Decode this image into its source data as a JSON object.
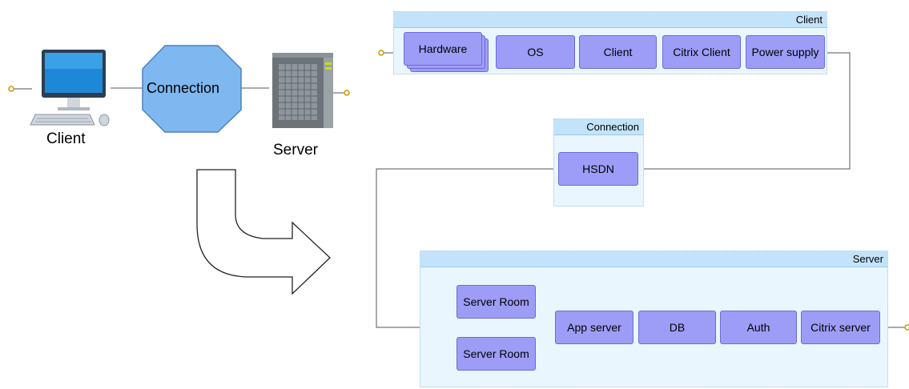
{
  "left": {
    "client_label": "Client",
    "connection_label": "Connection",
    "server_label": "Server"
  },
  "client_group": {
    "title": "Client",
    "items": [
      "Hardware",
      "OS",
      "Client",
      "Citrix Client",
      "Power supply"
    ]
  },
  "connection_group": {
    "title": "Connection",
    "items": [
      "HSDN"
    ]
  },
  "server_group": {
    "title": "Server",
    "parallel": [
      "Server Room",
      "Server Room"
    ],
    "items": [
      "App server",
      "DB",
      "Auth",
      "Citrix server"
    ]
  },
  "colors": {
    "box_fill": "#9d9df7",
    "box_border": "#6b6bd6",
    "group_fill": "#eaf6fd",
    "group_header": "#c3e3fa",
    "connector_dot": "#e8b800",
    "octagon_fill": "#7fb7f0"
  },
  "icons": [
    "computer-icon",
    "server-icon",
    "curved-arrow-icon"
  ]
}
